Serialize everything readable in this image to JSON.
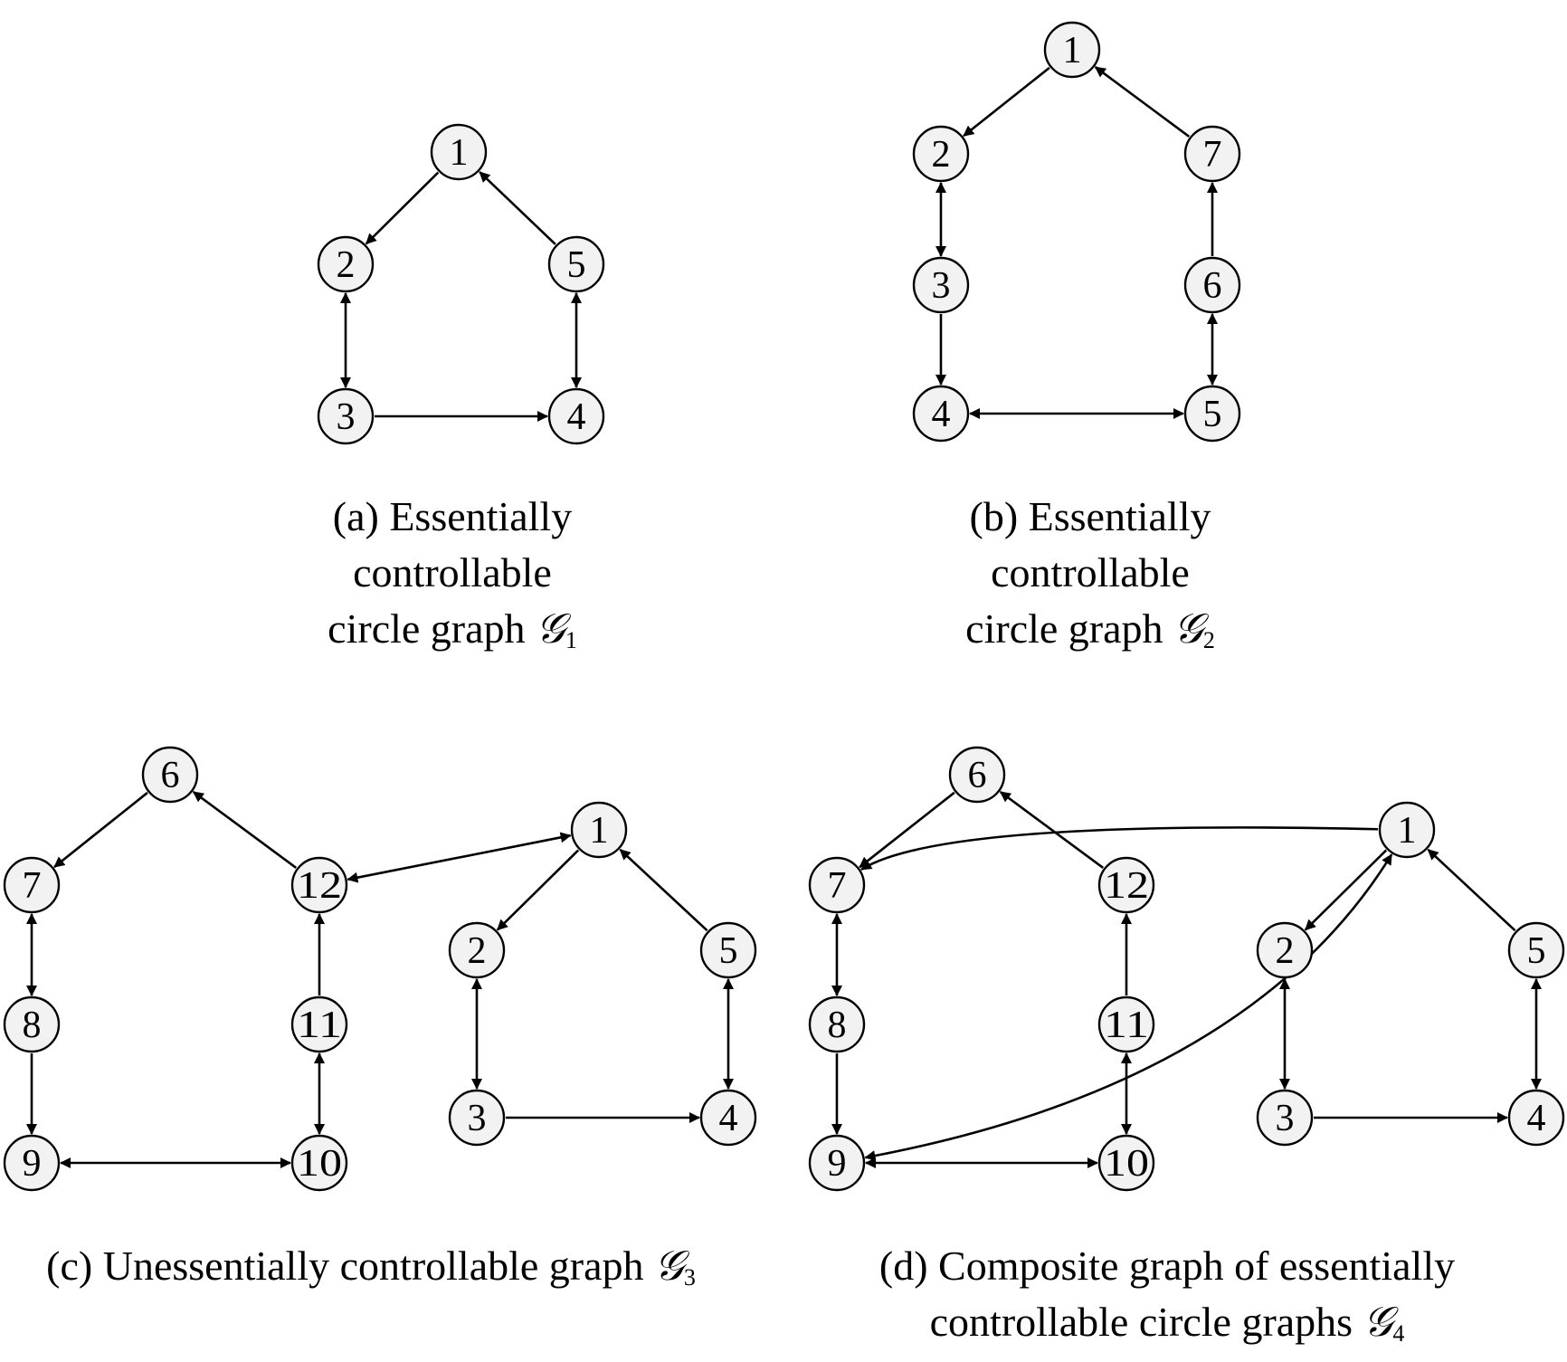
{
  "panels": [
    {
      "id": "a",
      "caption_lines": [
        "(a) Essentially",
        "controllable",
        "circle graph"
      ],
      "graph_symbol": "𝒢",
      "graph_index": "1",
      "nodes": [
        {
          "id": "a1",
          "label": "1"
        },
        {
          "id": "a2",
          "label": "2"
        },
        {
          "id": "a3",
          "label": "3"
        },
        {
          "id": "a4",
          "label": "4"
        },
        {
          "id": "a5",
          "label": "5"
        }
      ],
      "edges": [
        {
          "from": "a1",
          "to": "a2",
          "dir": "forward"
        },
        {
          "from": "a5",
          "to": "a1",
          "dir": "forward"
        },
        {
          "from": "a2",
          "to": "a3",
          "dir": "both"
        },
        {
          "from": "a3",
          "to": "a4",
          "dir": "forward"
        },
        {
          "from": "a4",
          "to": "a5",
          "dir": "both"
        }
      ]
    },
    {
      "id": "b",
      "caption_lines": [
        "(b) Essentially",
        "controllable",
        "circle graph"
      ],
      "graph_symbol": "𝒢",
      "graph_index": "2",
      "nodes": [
        {
          "id": "b1",
          "label": "1"
        },
        {
          "id": "b2",
          "label": "2"
        },
        {
          "id": "b3",
          "label": "3"
        },
        {
          "id": "b4",
          "label": "4"
        },
        {
          "id": "b5",
          "label": "5"
        },
        {
          "id": "b6",
          "label": "6"
        },
        {
          "id": "b7",
          "label": "7"
        }
      ],
      "edges": [
        {
          "from": "b1",
          "to": "b2",
          "dir": "forward"
        },
        {
          "from": "b7",
          "to": "b1",
          "dir": "forward"
        },
        {
          "from": "b2",
          "to": "b3",
          "dir": "both"
        },
        {
          "from": "b3",
          "to": "b4",
          "dir": "forward"
        },
        {
          "from": "b4",
          "to": "b5",
          "dir": "both"
        },
        {
          "from": "b5",
          "to": "b6",
          "dir": "both"
        },
        {
          "from": "b6",
          "to": "b7",
          "dir": "forward"
        }
      ]
    },
    {
      "id": "c",
      "caption_lines": [
        "(c) Unessentially controllable graph"
      ],
      "graph_symbol": "𝒢",
      "graph_index": "3",
      "nodes": [
        {
          "id": "c6",
          "label": "6"
        },
        {
          "id": "c7",
          "label": "7"
        },
        {
          "id": "c8",
          "label": "8"
        },
        {
          "id": "c9",
          "label": "9"
        },
        {
          "id": "c10",
          "label": "10"
        },
        {
          "id": "c11",
          "label": "11"
        },
        {
          "id": "c12",
          "label": "12"
        },
        {
          "id": "c1",
          "label": "1"
        },
        {
          "id": "c2",
          "label": "2"
        },
        {
          "id": "c3",
          "label": "3"
        },
        {
          "id": "c4",
          "label": "4"
        },
        {
          "id": "c5",
          "label": "5"
        }
      ],
      "edges": [
        {
          "from": "c6",
          "to": "c7",
          "dir": "forward"
        },
        {
          "from": "c12",
          "to": "c6",
          "dir": "forward"
        },
        {
          "from": "c7",
          "to": "c8",
          "dir": "both"
        },
        {
          "from": "c8",
          "to": "c9",
          "dir": "forward"
        },
        {
          "from": "c9",
          "to": "c10",
          "dir": "both"
        },
        {
          "from": "c10",
          "to": "c11",
          "dir": "both"
        },
        {
          "from": "c11",
          "to": "c12",
          "dir": "forward"
        },
        {
          "from": "c12",
          "to": "c1",
          "dir": "both"
        },
        {
          "from": "c1",
          "to": "c2",
          "dir": "forward"
        },
        {
          "from": "c5",
          "to": "c1",
          "dir": "forward"
        },
        {
          "from": "c2",
          "to": "c3",
          "dir": "both"
        },
        {
          "from": "c3",
          "to": "c4",
          "dir": "forward"
        },
        {
          "from": "c4",
          "to": "c5",
          "dir": "both"
        }
      ]
    },
    {
      "id": "d",
      "caption_lines": [
        "(d) Composite graph of essentially",
        "controllable circle graphs"
      ],
      "graph_symbol": "𝒢",
      "graph_index": "4",
      "nodes": [
        {
          "id": "d6",
          "label": "6"
        },
        {
          "id": "d7",
          "label": "7"
        },
        {
          "id": "d8",
          "label": "8"
        },
        {
          "id": "d9",
          "label": "9"
        },
        {
          "id": "d10",
          "label": "10"
        },
        {
          "id": "d11",
          "label": "11"
        },
        {
          "id": "d12",
          "label": "12"
        },
        {
          "id": "d1",
          "label": "1"
        },
        {
          "id": "d2",
          "label": "2"
        },
        {
          "id": "d3",
          "label": "3"
        },
        {
          "id": "d4",
          "label": "4"
        },
        {
          "id": "d5",
          "label": "5"
        }
      ],
      "edges": [
        {
          "from": "d6",
          "to": "d7",
          "dir": "forward"
        },
        {
          "from": "d12",
          "to": "d6",
          "dir": "forward"
        },
        {
          "from": "d7",
          "to": "d8",
          "dir": "both"
        },
        {
          "from": "d8",
          "to": "d9",
          "dir": "forward"
        },
        {
          "from": "d9",
          "to": "d10",
          "dir": "both"
        },
        {
          "from": "d10",
          "to": "d11",
          "dir": "both"
        },
        {
          "from": "d11",
          "to": "d12",
          "dir": "forward"
        },
        {
          "from": "d1",
          "to": "d7",
          "dir": "forward",
          "curve": "top"
        },
        {
          "from": "d9",
          "to": "d1",
          "dir": "both",
          "curve": "bottom"
        },
        {
          "from": "d1",
          "to": "d2",
          "dir": "forward"
        },
        {
          "from": "d5",
          "to": "d1",
          "dir": "forward"
        },
        {
          "from": "d2",
          "to": "d3",
          "dir": "both"
        },
        {
          "from": "d3",
          "to": "d4",
          "dir": "forward"
        },
        {
          "from": "d4",
          "to": "d5",
          "dir": "both"
        }
      ]
    }
  ]
}
